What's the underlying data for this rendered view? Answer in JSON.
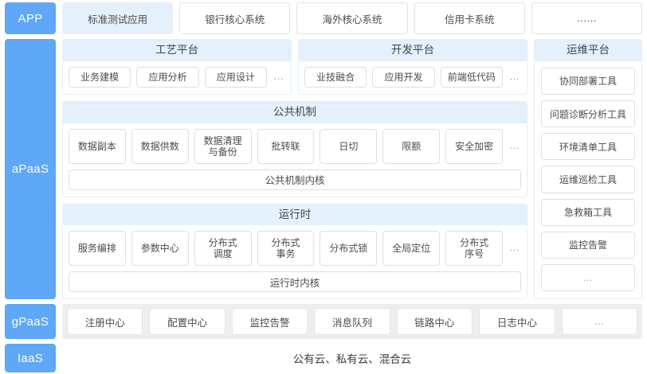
{
  "layers": {
    "app": {
      "label": "APP",
      "items": [
        {
          "label": "标准测试应用",
          "highlighted": true
        },
        {
          "label": "银行核心系统",
          "highlighted": false
        },
        {
          "label": "海外核心系统",
          "highlighted": false
        },
        {
          "label": "信用卡系统",
          "highlighted": false
        },
        {
          "label": "……",
          "highlighted": false
        }
      ]
    },
    "apaas": {
      "label": "aPaaS",
      "craft_platform": {
        "title": "工艺平台",
        "items": [
          "业务建模",
          "应用分析",
          "应用设计"
        ],
        "more": "…"
      },
      "dev_platform": {
        "title": "开发平台",
        "items": [
          "业技融合",
          "应用开发",
          "前端低代码"
        ],
        "more": "…"
      },
      "common_mechanism": {
        "title": "公共机制",
        "items": [
          "数据副本",
          "数据供数",
          "数据清理\n与备份",
          "批转联",
          "日切",
          "限额",
          "安全加密"
        ],
        "more": "…",
        "kernel": "公共机制内核"
      },
      "runtime": {
        "title": "运行时",
        "items": [
          "服务编排",
          "参数中心",
          "分布式\n调度",
          "分布式\n事务",
          "分布式锁",
          "全局定位",
          "分布式\n序号"
        ],
        "more": "…",
        "kernel": "运行时内核"
      },
      "ops_platform": {
        "title": "运维平台",
        "items": [
          "协同部署工具",
          "问题诊断分析工具",
          "环境清单工具",
          "运维巡检工具",
          "急救箱工具",
          "监控告警",
          "…"
        ]
      }
    },
    "gpaas": {
      "label": "gPaaS",
      "items": [
        "注册中心",
        "配置中心",
        "监控告警",
        "消息队列",
        "链路中心",
        "日志中心",
        "…"
      ]
    },
    "iaas": {
      "label": "IaaS",
      "text": "公有云、私有云、混合云"
    }
  },
  "colors": {
    "layer_label_blue": "#5fa7f7",
    "panel_header_blue": "#e4f1fc",
    "highlight_chip": "#e4f0fb",
    "gpaas_track_gray": "#eeeef0"
  }
}
